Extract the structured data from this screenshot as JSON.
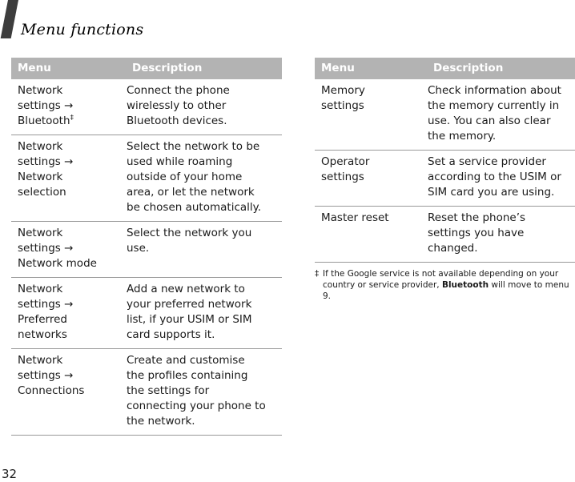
{
  "header": {
    "title": "Menu functions",
    "page_number": "32"
  },
  "colors": {
    "table_header_bg": "#b3b3b3",
    "table_header_text": "#ffffff",
    "divider": "#999999",
    "slash_bar": "#3d3d3d",
    "body_text": "#1a1a1a"
  },
  "tables": {
    "left": {
      "headers": {
        "menu": "Menu",
        "description": "Description"
      },
      "rows": [
        {
          "menu": "Network\nsettings →\nBluetooth",
          "menu_sup": "‡",
          "description": "Connect the phone\nwirelessly to other\nBluetooth devices."
        },
        {
          "menu": "Network\nsettings →\nNetwork\nselection",
          "description": "Select the network to be\nused while roaming\noutside of your home\narea, or let the network\nbe chosen automatically."
        },
        {
          "menu": "Network\nsettings →\nNetwork mode",
          "description": "Select the network you\nuse."
        },
        {
          "menu": "Network\nsettings →\nPreferred\nnetworks",
          "description": "Add a new network to\nyour preferred network\nlist, if your USIM or SIM\ncard supports it."
        },
        {
          "menu": "Network\nsettings →\nConnections",
          "description": "Create and customise\nthe profiles containing\nthe settings for\nconnecting your phone to\nthe network."
        }
      ]
    },
    "right": {
      "headers": {
        "menu": "Menu",
        "description": "Description"
      },
      "rows": [
        {
          "menu": "Memory\nsettings",
          "description": "Check information about\nthe memory currently in\nuse. You can also clear\nthe memory."
        },
        {
          "menu": "Operator\nsettings",
          "description": "Set a service provider\naccording to the USIM or\nSIM card you are using."
        },
        {
          "menu": "Master reset",
          "description": "Reset the phone’s\nsettings you have\nchanged."
        }
      ]
    }
  },
  "footnote": {
    "marker": "‡",
    "text_before": "If the Google service is not available depending on your country or service provider, ",
    "bold_text": "Bluetooth",
    "text_after": " will move to menu 9."
  }
}
